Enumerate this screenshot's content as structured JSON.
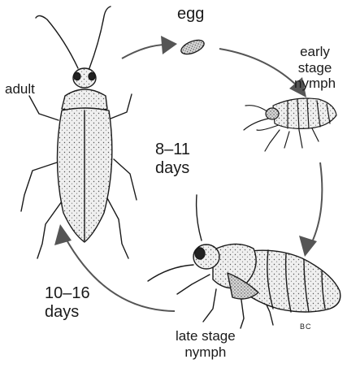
{
  "labels": {
    "egg": "egg",
    "adult": "adult",
    "early_line1": "early",
    "early_line2": "stage",
    "early_line3": "nymph",
    "duration_1": "8–11",
    "duration_1_unit": "days",
    "duration_2": "10–16",
    "duration_2_unit": "days",
    "late_line1": "late stage",
    "late_line2": "nymph",
    "signature": "BC"
  },
  "colors": {
    "ink": "#1a1a1a",
    "body_fill": "#e9e9e9",
    "dark_fill": "#9a9a9a",
    "arrow": "#555555"
  },
  "icons": [
    "adult-beetle-illustration",
    "egg-illustration",
    "early-stage-nymph-illustration",
    "late-stage-nymph-illustration",
    "cycle-arrow"
  ]
}
